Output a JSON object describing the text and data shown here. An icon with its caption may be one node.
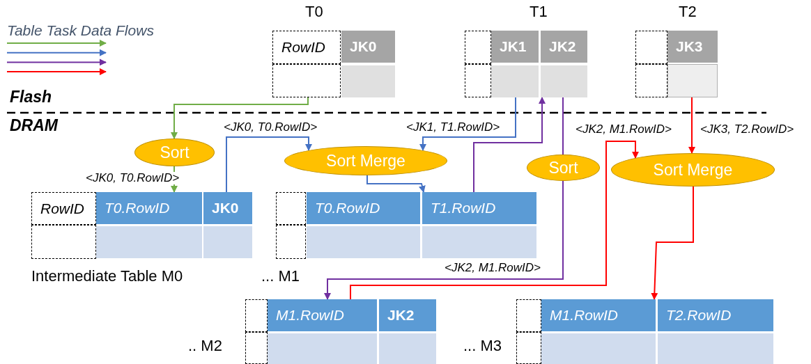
{
  "diagram": {
    "nodes": [
      {
        "text": [
          "T0"
        ]
      },
      {
        "text": [
          "RowID"
        ],
        "in": 0
      },
      {
        "text": [
          "JK0"
        ],
        "in": 0
      },
      {
        "text": [],
        "shape": "box",
        "in": 0
      },
      {
        "text": [],
        "shape": "box",
        "in": 0
      },
      {
        "text": [
          "T1"
        ]
      },
      {
        "text": [],
        "shape": "box",
        "in": 5
      },
      {
        "text": [
          "JK1"
        ],
        "in": 5
      },
      {
        "text": [
          "JK2"
        ],
        "in": 5
      },
      {
        "text": [],
        "shape": "box",
        "in": 5
      },
      {
        "text": [],
        "shape": "box",
        "in": 5
      },
      {
        "text": [],
        "shape": "box",
        "in": 5
      },
      {
        "text": [
          "T2"
        ]
      },
      {
        "text": [],
        "shape": "box",
        "in": 12
      },
      {
        "text": [
          "JK3"
        ],
        "in": 12
      },
      {
        "text": [],
        "shape": "box",
        "in": 12
      },
      {
        "text": [],
        "shape": "box",
        "in": 12
      },
      {
        "text": [
          "Sort"
        ]
      },
      {
        "text": [
          "Sort Merge"
        ]
      },
      {
        "text": [
          "Sort"
        ]
      },
      {
        "text": [
          "Sort Merge"
        ]
      },
      {
        "text": [
          "Intermediate Table M0"
        ]
      },
      {
        "text": [
          "RowID"
        ],
        "in": 21
      },
      {
        "text": [
          "T0.RowID"
        ],
        "in": 21
      },
      {
        "text": [
          "JK0"
        ],
        "in": 21
      },
      {
        "text": [],
        "shape": "box",
        "in": 21
      },
      {
        "text": [],
        "shape": "box",
        "in": 21
      },
      {
        "text": [],
        "shape": "box",
        "in": 21
      },
      {
        "text": [
          "... M1"
        ]
      },
      {
        "text": [],
        "shape": "box",
        "in": 28
      },
      {
        "text": [
          "T0.RowID"
        ],
        "in": 28
      },
      {
        "text": [
          "T1.RowID"
        ],
        "in": 28
      },
      {
        "text": [],
        "shape": "box",
        "in": 28
      },
      {
        "text": [],
        "shape": "box",
        "in": 28
      },
      {
        "text": [],
        "shape": "box",
        "in": 28
      },
      {
        "text": [
          ".. M2"
        ]
      },
      {
        "text": [],
        "shape": "box",
        "in": 35
      },
      {
        "text": [
          "M1.RowID"
        ],
        "in": 35
      },
      {
        "text": [
          "JK2"
        ],
        "in": 35
      },
      {
        "text": [],
        "shape": "box",
        "in": 35
      },
      {
        "text": [],
        "shape": "box",
        "in": 35
      },
      {
        "text": [],
        "shape": "box",
        "in": 35
      },
      {
        "text": [
          "... M3"
        ]
      },
      {
        "text": [],
        "shape": "box",
        "in": 42
      },
      {
        "text": [
          "M1.RowID"
        ],
        "in": 42
      },
      {
        "text": [
          "T2.RowID"
        ],
        "in": 42
      },
      {
        "text": [],
        "shape": "box",
        "in": 42
      },
      {
        "text": [],
        "shape": "box",
        "in": 42
      },
      {
        "text": [],
        "shape": "box",
        "in": 42
      }
    ],
    "edges": [
      {
        "from": 3,
        "to": 17,
        "arrow": "to",
        "color": "#70ad47"
      },
      {
        "from": 17,
        "to": 23,
        "arrow": "to",
        "label": "<JK0, T0.RowID>",
        "color": "#70ad47"
      },
      {
        "from": 24,
        "to": 18,
        "arrow": "to",
        "label": "<JK0, T0.RowID>",
        "color": "#4472c4"
      },
      {
        "from": 10,
        "to": 18,
        "arrow": "to",
        "label": "<JK1, T1.RowID>",
        "color": "#4472c4"
      },
      {
        "from": 18,
        "to": 31,
        "arrow": "to",
        "color": "#4472c4"
      },
      {
        "from": 31,
        "to": 11,
        "arrow": "to",
        "color": "#7030a0"
      },
      {
        "from": 11,
        "to": 19,
        "arrow": "none",
        "color": "#7030a0"
      },
      {
        "from": 19,
        "to": 37,
        "arrow": "to",
        "label": "<JK2, M1.RowID>",
        "color": "#7030a0"
      },
      {
        "from": 37,
        "to": 20,
        "arrow": "to",
        "label": "<JK2, M1.RowID>",
        "color": "#ff0000"
      },
      {
        "from": 16,
        "to": 20,
        "arrow": "to",
        "label": "<JK3, T2.RowID>",
        "color": "#ff0000"
      },
      {
        "from": 20,
        "to": 44,
        "arrow": "to",
        "color": "#ff0000"
      }
    ],
    "labels": [
      "Table Task Data Flows",
      "Flash",
      "DRAM"
    ]
  }
}
